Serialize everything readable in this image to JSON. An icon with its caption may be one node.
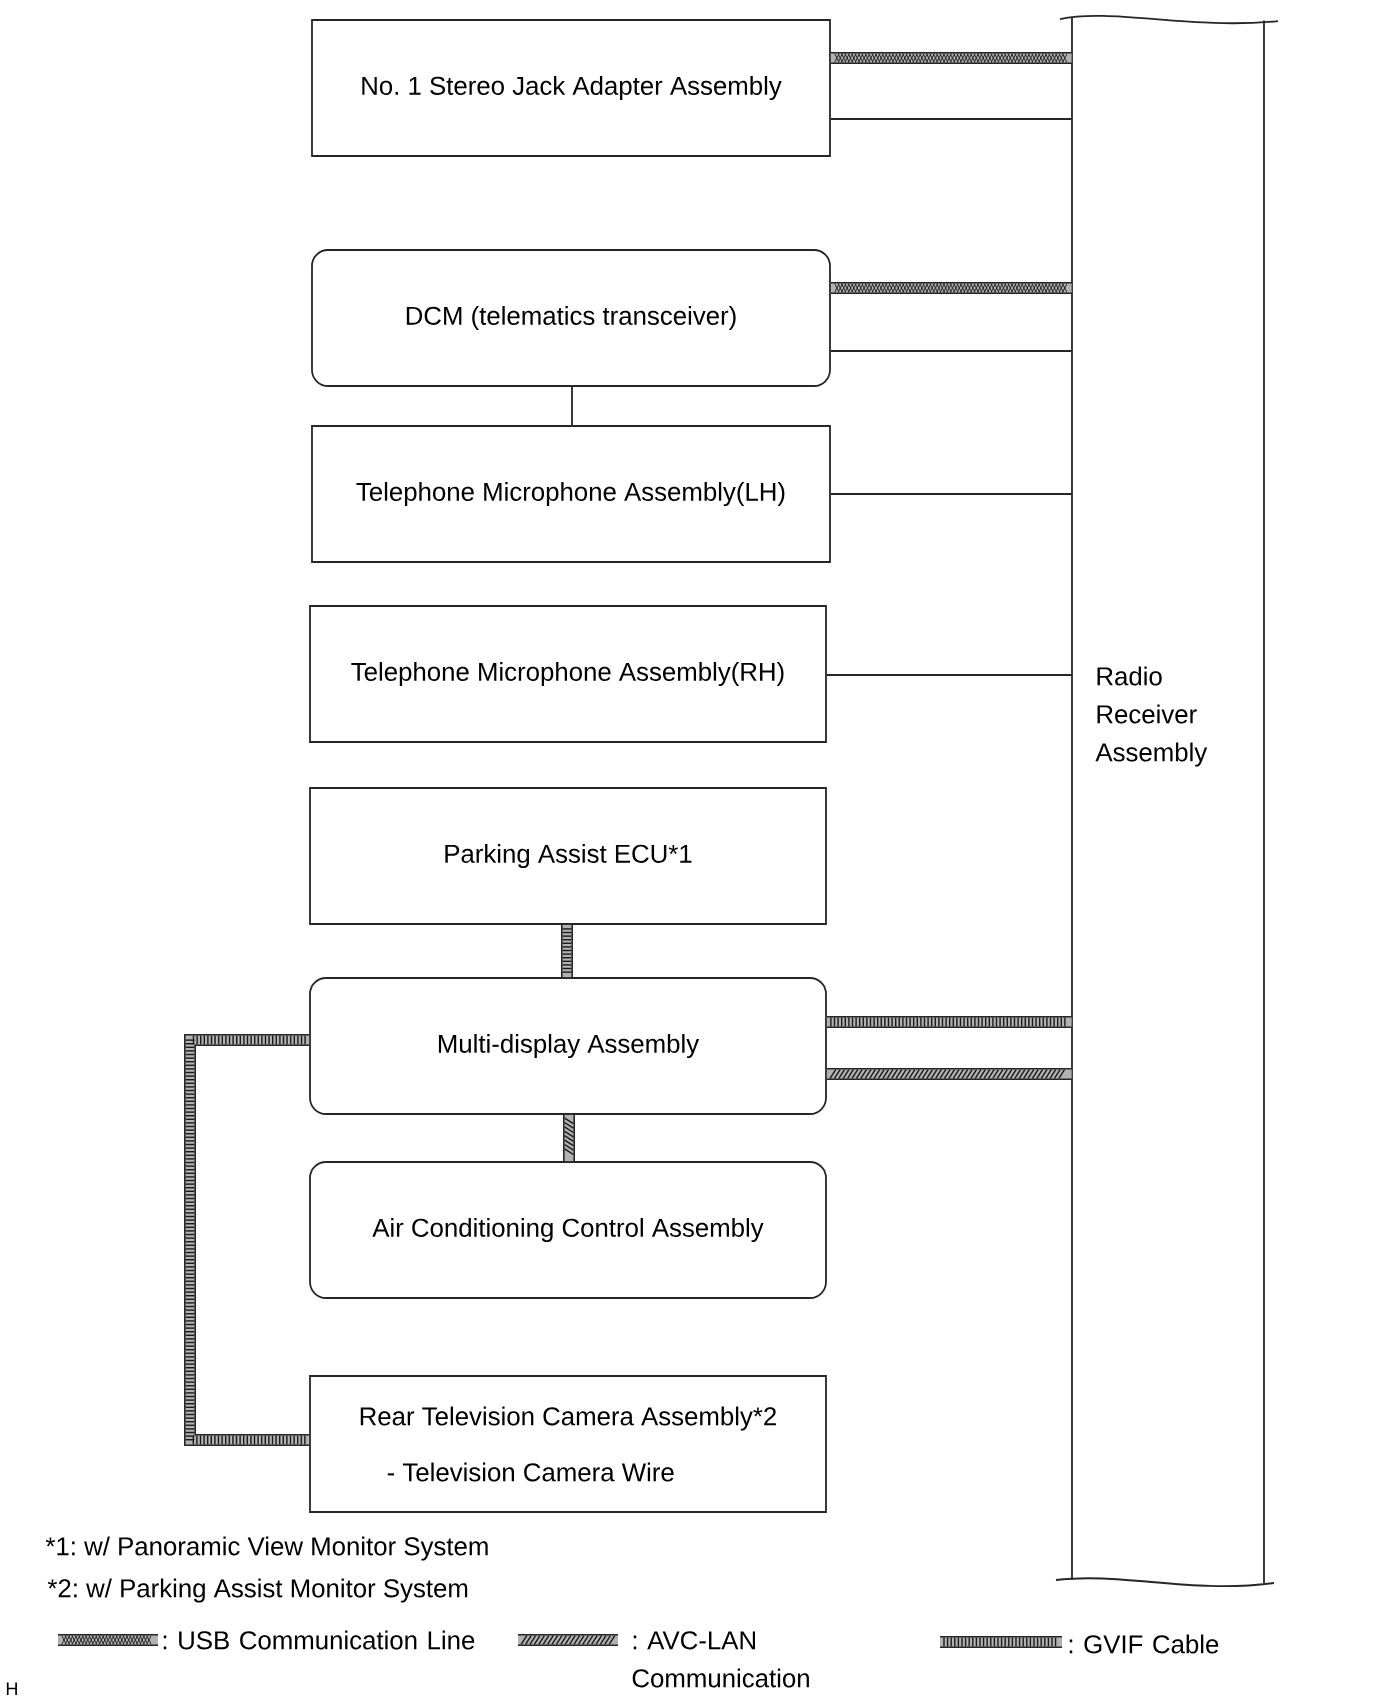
{
  "diagram": {
    "nodes": [
      {
        "text": [
          "No. 1 Stereo Jack Adapter Assembly"
        ]
      },
      {
        "text": [
          "DCM (telematics transceiver)"
        ]
      },
      {
        "text": [
          "Telephone Microphone Assembly(LH)"
        ]
      },
      {
        "text": [
          "Telephone Microphone Assembly(RH)"
        ]
      },
      {
        "text": [
          "Parking Assist ECU*1"
        ]
      },
      {
        "text": [
          "Multi-display Assembly"
        ]
      },
      {
        "text": [
          "Air Conditioning Control Assembly"
        ]
      },
      {
        "text": [
          "Rear Television Camera Assembly*2",
          "- Television Camera Wire"
        ]
      },
      {
        "text": [
          "Radio Receiver Assembly"
        ]
      }
    ],
    "edges": [
      {
        "from": 0,
        "to": 8,
        "arrow": "none"
      },
      {
        "from": 0,
        "to": 8,
        "arrow": "none"
      },
      {
        "from": 1,
        "to": 8,
        "arrow": "none"
      },
      {
        "from": 1,
        "to": 8,
        "arrow": "none"
      },
      {
        "from": 1,
        "to": 2,
        "arrow": "none"
      },
      {
        "from": 2,
        "to": 8,
        "arrow": "none"
      },
      {
        "from": 3,
        "to": 8,
        "arrow": "none"
      },
      {
        "from": 4,
        "to": 5,
        "arrow": "none"
      },
      {
        "from": 5,
        "to": 8,
        "arrow": "none"
      },
      {
        "from": 5,
        "to": 8,
        "arrow": "none"
      },
      {
        "from": 5,
        "to": 6,
        "arrow": "none"
      },
      {
        "from": 5,
        "to": 7,
        "arrow": "none"
      }
    ],
    "labels": [
      "*1: w/ Panoramic View Monitor System",
      "*2: w/ Parking Assist Monitor System",
      "H"
    ],
    "legend": [
      {
        "text": ": USB Communication Line"
      },
      {
        "text": ": AVC-LAN Communication"
      },
      {
        "text": ": GVIF Cable"
      }
    ]
  }
}
